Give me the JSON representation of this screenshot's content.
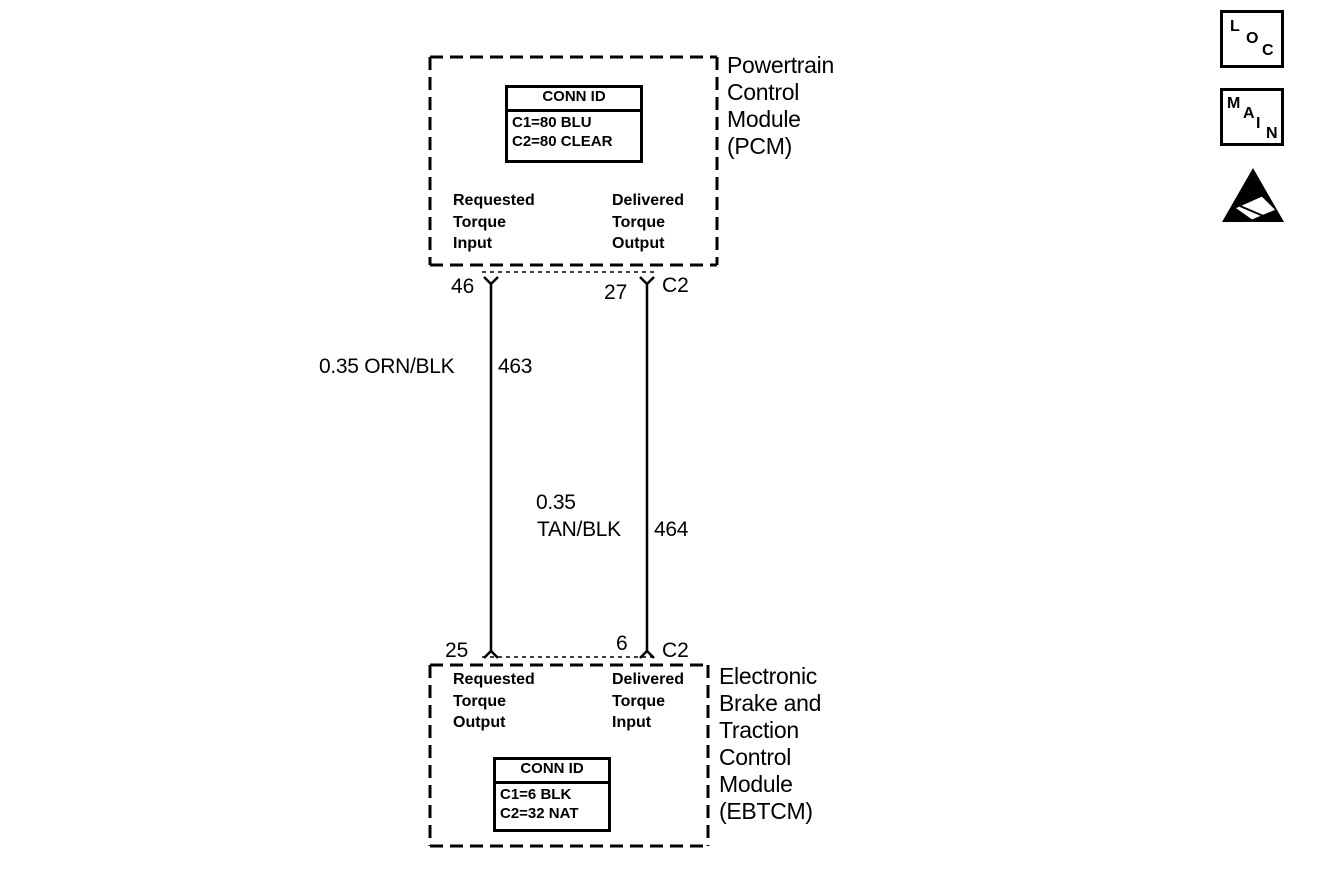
{
  "pcm": {
    "name": "Powertrain\nControl\nModule\n(PCM)",
    "conn_id": {
      "header": "CONN ID",
      "c1": "C1=80 BLU",
      "c2": "C2=80 CLEAR"
    },
    "left_signal": "Requested\nTorque\nInput",
    "right_signal": "Delivered\nTorque\nOutput",
    "pin_left": "46",
    "pin_right": "27",
    "connector": "C2"
  },
  "ebtcm": {
    "name": "Electronic\nBrake and\nTraction\nControl\nModule\n(EBTCM)",
    "conn_id": {
      "header": "CONN ID",
      "c1": "C1=6 BLK",
      "c2": "C2=32 NAT"
    },
    "left_signal": "Requested\nTorque\nOutput",
    "right_signal": "Delivered\nTorque\nInput",
    "pin_left": "25",
    "pin_right": "6",
    "connector": "C2"
  },
  "wires": [
    {
      "gauge_color": "0.35 ORN/BLK",
      "circuit": "463"
    },
    {
      "gauge": "0.35",
      "color": "TAN/BLK",
      "circuit": "464"
    }
  ],
  "icons": {
    "loc": {
      "letters": [
        "L",
        "O",
        "C"
      ]
    },
    "main": {
      "letters": [
        "M",
        "A",
        "I",
        "N"
      ]
    },
    "esd": "esd-warning-icon"
  }
}
